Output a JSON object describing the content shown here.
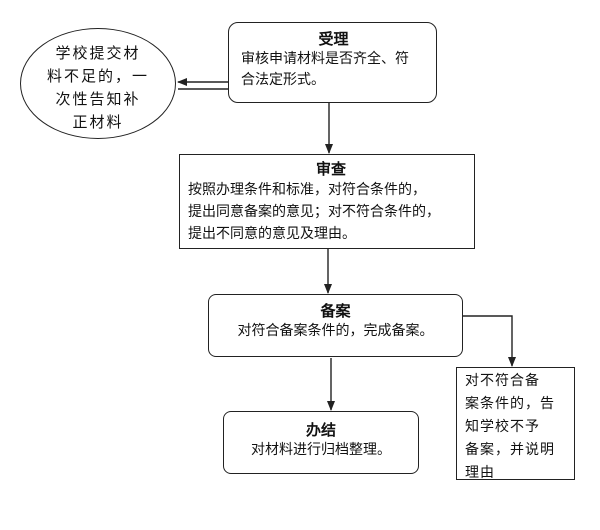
{
  "flow": {
    "accept": {
      "title": "受理",
      "lines": [
        "审核申请材料是否齐全、符",
        "合法定形式。"
      ]
    },
    "notify_supplement": {
      "lines": [
        "学校提交材",
        "料不足的，一",
        "次性告知补",
        "正材料"
      ]
    },
    "review": {
      "title": "审查",
      "lines": [
        "按照办理条件和标准，对符合条件的，",
        "提出同意备案的意见；对不符合条件的，",
        "提出不同意的意见及理由。"
      ]
    },
    "record": {
      "title": "备案",
      "lines": [
        "对符合备案条件的，完成备案。"
      ]
    },
    "reject_record": {
      "lines": [
        "对不符合备",
        "案条件的，告",
        "知学校不予",
        "备案，并说明",
        "理由"
      ]
    },
    "complete": {
      "title": "办结",
      "lines": [
        "对材料进行归档整理。"
      ]
    }
  }
}
